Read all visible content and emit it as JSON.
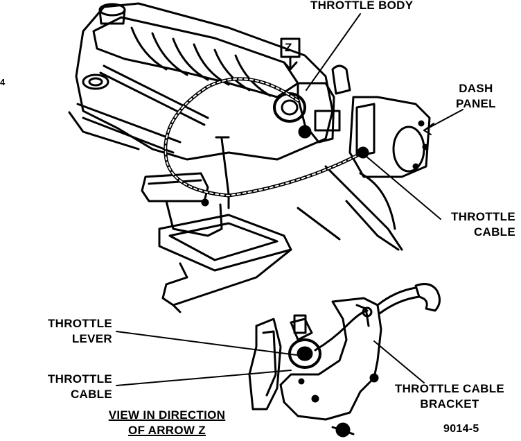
{
  "labels": {
    "throttle_body": "THROTTLE BODY",
    "dash_panel": [
      "DASH",
      "PANEL"
    ],
    "throttle_cable_top": [
      "THROTTLE",
      "CABLE"
    ],
    "throttle_lever": [
      "THROTTLE",
      "LEVER"
    ],
    "throttle_cable_bottom": [
      "THROTTLE",
      "CABLE"
    ],
    "throttle_cable_bracket": [
      "THROTTLE CABLE",
      "BRACKET"
    ],
    "view_direction": [
      "VIEW IN DIRECTION",
      "OF ARROW Z"
    ],
    "figure_number": "9014-5",
    "arrow_marker": "Z",
    "edge_fragment": "4"
  },
  "colors": {
    "ink": "#000000",
    "paper": "#ffffff"
  }
}
